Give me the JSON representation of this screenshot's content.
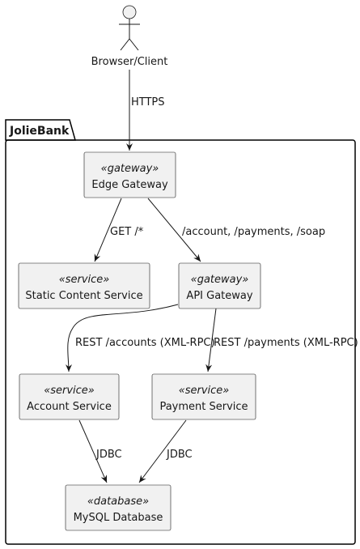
{
  "actor": {
    "label": "Browser/Client"
  },
  "package": {
    "label": "JolieBank"
  },
  "nodes": {
    "edge_gateway": {
      "stereotype": "«gateway»",
      "label": "Edge Gateway"
    },
    "static_content": {
      "stereotype": "«service»",
      "label": "Static Content Service"
    },
    "api_gateway": {
      "stereotype": "«gateway»",
      "label": "API Gateway"
    },
    "account_service": {
      "stereotype": "«service»",
      "label": "Account Service"
    },
    "payment_service": {
      "stereotype": "«service»",
      "label": "Payment Service"
    },
    "mysql": {
      "stereotype": "«database»",
      "label": "MySQL Database"
    }
  },
  "edges": {
    "client_to_edge": "HTTPS",
    "edge_to_static": "GET /*",
    "edge_to_api": "/account, /payments, /soap",
    "api_to_account": "REST /accounts (XML-RPC)",
    "api_to_payment": "REST /payments (XML-RPC)",
    "account_to_db": "JDBC",
    "payment_to_db": "JDBC"
  }
}
